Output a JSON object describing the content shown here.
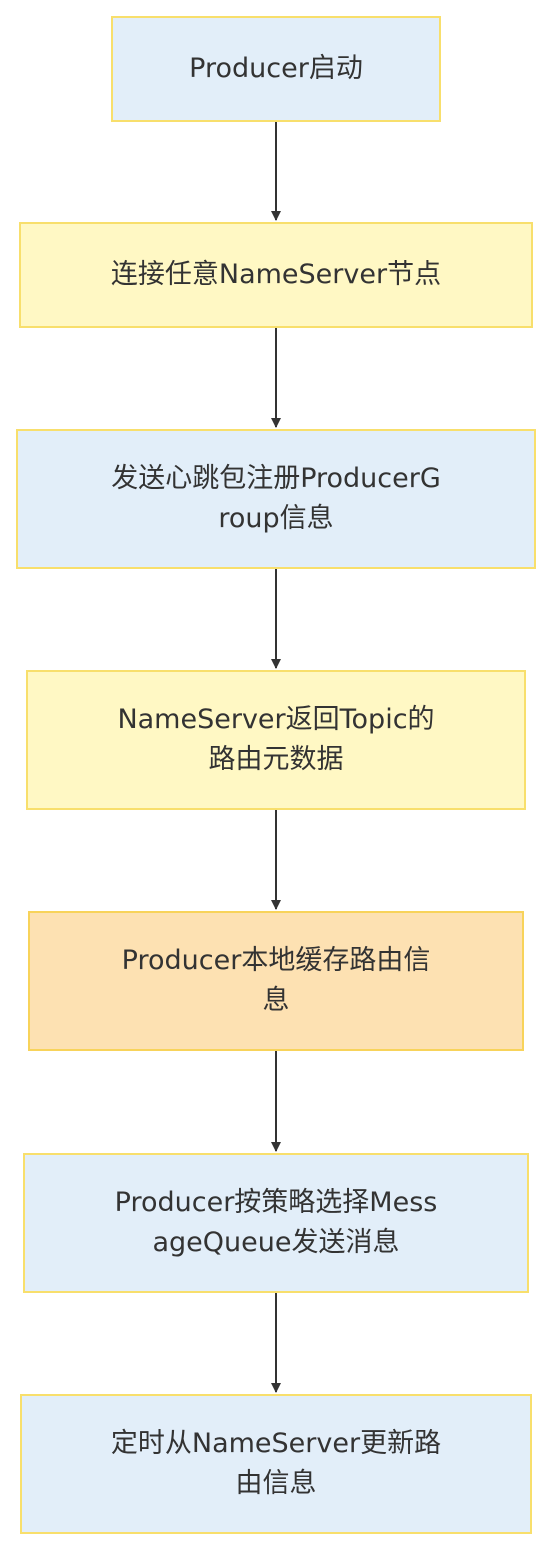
{
  "flowchart": {
    "nodes": [
      {
        "id": "n1",
        "label": "Producer启动",
        "fill": "#e2eef9"
      },
      {
        "id": "n2",
        "label": "连接任意NameServer节点",
        "fill": "#fff8c4"
      },
      {
        "id": "n3",
        "label": "发送心跳包注册ProducerG\nroup信息",
        "fill": "#e2eef9"
      },
      {
        "id": "n4",
        "label": "NameServer返回Topic的\n路由元数据",
        "fill": "#fff8c4"
      },
      {
        "id": "n5",
        "label": "Producer本地缓存路由信\n息",
        "fill": "#fde1b2"
      },
      {
        "id": "n6",
        "label": "Producer按策略选择Mess\nageQueue发送消息",
        "fill": "#e2eef9"
      },
      {
        "id": "n7",
        "label": "定时从NameServer更新路\n由信息",
        "fill": "#e2eef9"
      }
    ],
    "edges": [
      {
        "from": "n1",
        "to": "n2"
      },
      {
        "from": "n2",
        "to": "n3"
      },
      {
        "from": "n3",
        "to": "n4"
      },
      {
        "from": "n4",
        "to": "n5"
      },
      {
        "from": "n5",
        "to": "n6"
      },
      {
        "from": "n6",
        "to": "n7"
      }
    ],
    "colors": {
      "edge": "#333333",
      "text": "#333333",
      "border": "#f8df6c"
    }
  }
}
